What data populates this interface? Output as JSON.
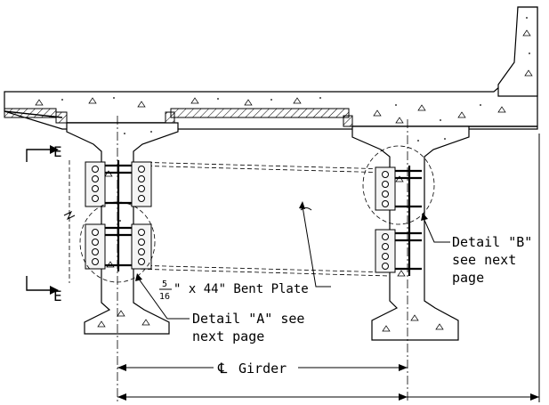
{
  "labels": {
    "section_mark_top": "E",
    "section_mark_bottom": "E",
    "detail_a_line1": "Detail \"A\" see",
    "detail_a_line2": "next page",
    "detail_b_line1": "Detail \"B\"",
    "detail_b_line2": "see next",
    "detail_b_line3": "page",
    "bent_plate_numerator": "5",
    "bent_plate_denominator": "16",
    "bent_plate_text": "\" x 44\" Bent Plate",
    "girder_symbol": "℄",
    "girder_text": "Girder"
  }
}
